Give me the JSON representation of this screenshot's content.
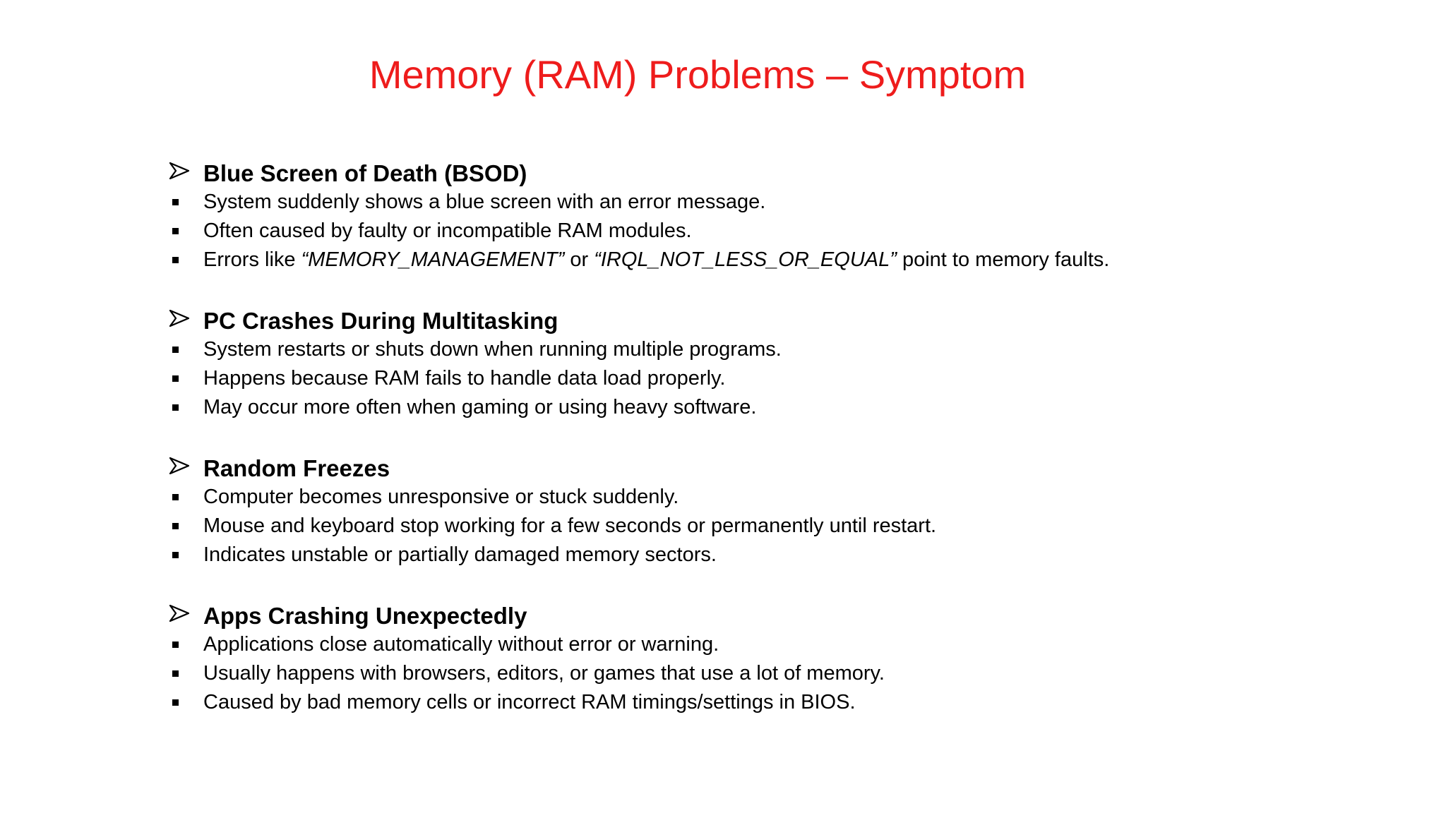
{
  "slide": {
    "title": "Memory (RAM) Problems – Symptom",
    "title_color": "#ee1c1c",
    "sections": [
      {
        "heading": "Blue Screen of Death (BSOD)",
        "bullets": [
          "System suddenly shows a blue screen with an error message.",
          "Often caused by faulty or incompatible RAM modules."
        ],
        "errors_line": {
          "prefix": "Errors like ",
          "code_1": "“MEMORY_MANAGEMENT”",
          "middle": " or ",
          "code_2": "“IRQL_NOT_LESS_OR_EQUAL”",
          "suffix": " point to memory faults."
        }
      },
      {
        "heading": "PC Crashes During Multitasking",
        "bullets": [
          "System restarts or shuts down when running multiple programs.",
          "Happens because RAM fails to handle data load properly.",
          "May occur more often when gaming or using heavy software."
        ]
      },
      {
        "heading": "Random Freezes",
        "bullets": [
          "Computer becomes unresponsive or stuck suddenly.",
          "Mouse and keyboard stop working for a few seconds or permanently until restart.",
          "Indicates unstable or partially damaged memory sectors."
        ]
      },
      {
        "heading": "Apps Crashing Unexpectedly",
        "bullets": [
          "Applications close automatically without error or warning.",
          "Usually happens with browsers, editors, or games that use a lot of memory.",
          "Caused by bad memory cells or incorrect RAM timings/settings in BIOS."
        ]
      }
    ],
    "icons": {
      "heading_marker": "arrowhead-icon",
      "bullet_marker": "square-bullet-icon"
    }
  }
}
